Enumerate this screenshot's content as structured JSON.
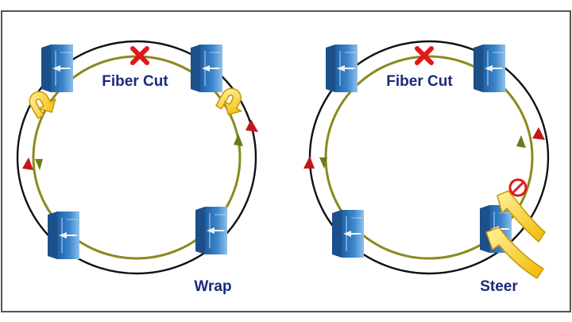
{
  "panels": [
    {
      "id": "wrap",
      "fault_label": "Fiber Cut",
      "mode_label": "Wrap"
    },
    {
      "id": "steer",
      "fault_label": "Fiber Cut",
      "mode_label": "Steer"
    }
  ],
  "colors": {
    "outer_ring": "#111111",
    "inner_ring": "#8a8a1e",
    "node_body": "#2f73b8",
    "node_light": "#8fc0ea",
    "fault_mark": "#e01818",
    "label_text": "#1b2a7a",
    "wrap_arrow": "#ffd23a",
    "frame": "#555555"
  },
  "icons": {
    "node": "network-switch-icon",
    "fault": "red-x-icon",
    "wrap": "u-turn-arrow-icon",
    "steer": "redirect-arrow-icon",
    "blocked": "no-entry-icon"
  }
}
